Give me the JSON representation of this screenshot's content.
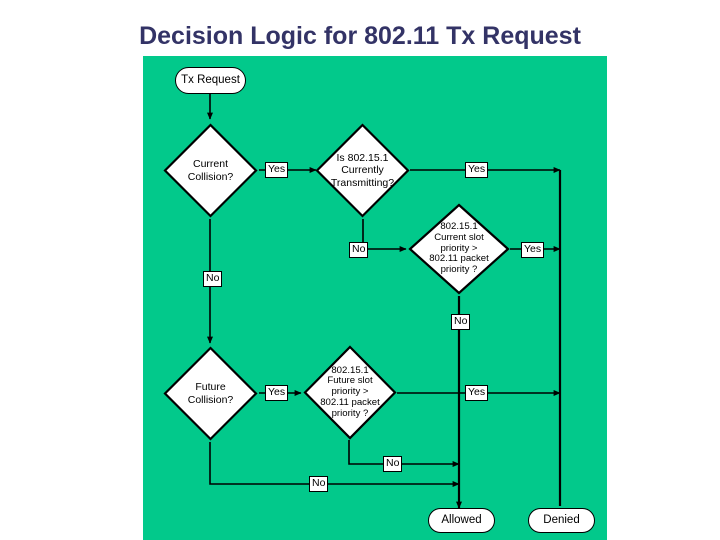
{
  "slide": {
    "title": "Decision Logic for 802.11 Tx Request",
    "title_color": "#333366",
    "background_color": "#ffffff",
    "panel_color": "#02C98B"
  },
  "diagram": {
    "type": "flowchart",
    "node_fill": "#ffffff",
    "node_stroke": "#000000",
    "nodes": [
      {
        "id": "start",
        "shape": "terminator",
        "label": "Tx Request"
      },
      {
        "id": "current_coll",
        "shape": "decision",
        "label": "Current\nCollision?"
      },
      {
        "id": "is_tx",
        "shape": "decision",
        "label": "Is 802.15.1\nCurrently\nTransmitting?"
      },
      {
        "id": "cur_slot_pri",
        "shape": "decision",
        "label": "802.15.1\nCurrent slot\npriority >\n802.11 packet\npriority ?"
      },
      {
        "id": "future_coll",
        "shape": "decision",
        "label": "Future\nCollision?"
      },
      {
        "id": "fut_slot_pri",
        "shape": "decision",
        "label": "802.15.1\nFuture slot\npriority >\n802.11 packet\npriority ?"
      },
      {
        "id": "allowed",
        "shape": "terminator",
        "label": "Allowed"
      },
      {
        "id": "denied",
        "shape": "terminator",
        "label": "Denied"
      }
    ],
    "node_labels": {
      "start": "Tx Request",
      "current_coll_line1": "Current",
      "current_coll_line2": "Collision?",
      "is_tx_line1": "Is 802.15.1",
      "is_tx_line2": "Currently",
      "is_tx_line3": "Transmitting?",
      "cur_slot_line1": "802.15.1",
      "cur_slot_line2": "Current slot",
      "cur_slot_line3": "priority >",
      "cur_slot_line4": "802.11 packet",
      "cur_slot_line5": "priority ?",
      "future_coll_line1": "Future",
      "future_coll_line2": "Collision?",
      "fut_slot_line1": "802.15.1",
      "fut_slot_line2": "Future slot",
      "fut_slot_line3": "priority >",
      "fut_slot_line4": "802.11 packet",
      "fut_slot_line5": "priority ?",
      "allowed": "Allowed",
      "denied": "Denied"
    },
    "edge_labels": {
      "current_coll_yes": "Yes",
      "current_coll_no": "No",
      "is_tx_yes": "Yes",
      "is_tx_no": "No",
      "cur_slot_yes": "Yes",
      "cur_slot_no": "No",
      "future_coll_yes": "Yes",
      "future_coll_no": "No",
      "fut_slot_yes": "Yes",
      "fut_slot_no": "No"
    },
    "edges": [
      {
        "from": "start",
        "to": "current_coll",
        "label": ""
      },
      {
        "from": "current_coll",
        "to": "is_tx",
        "label": "Yes"
      },
      {
        "from": "current_coll",
        "to": "future_coll",
        "label": "No"
      },
      {
        "from": "is_tx",
        "to": "denied",
        "label": "Yes"
      },
      {
        "from": "is_tx",
        "to": "cur_slot_pri",
        "label": "No"
      },
      {
        "from": "cur_slot_pri",
        "to": "denied",
        "label": "Yes"
      },
      {
        "from": "cur_slot_pri",
        "to": "allowed",
        "label": "No"
      },
      {
        "from": "future_coll",
        "to": "fut_slot_pri",
        "label": "Yes"
      },
      {
        "from": "future_coll",
        "to": "allowed",
        "label": "No"
      },
      {
        "from": "fut_slot_pri",
        "to": "denied",
        "label": "Yes"
      },
      {
        "from": "fut_slot_pri",
        "to": "allowed",
        "label": "No"
      }
    ]
  }
}
